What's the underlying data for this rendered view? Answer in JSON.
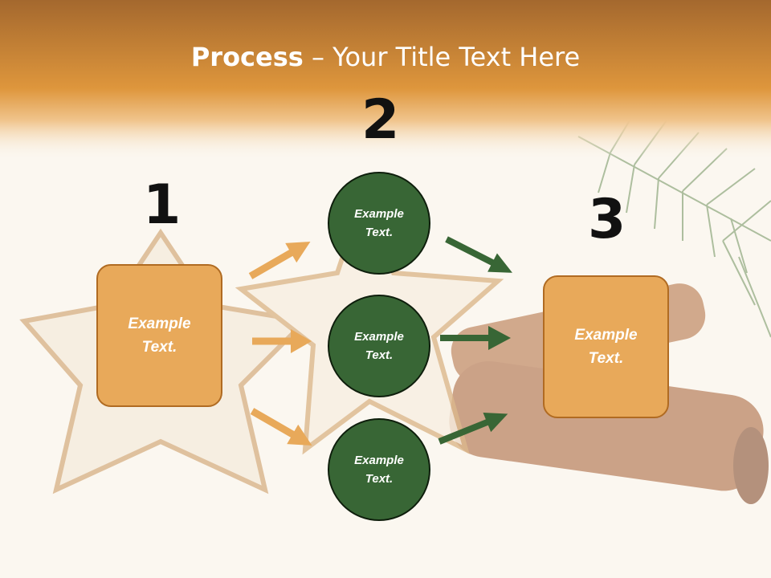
{
  "title": {
    "bold": "Process",
    "rest": " – Your Title Text Here"
  },
  "steps": {
    "one": "1",
    "two": "2",
    "three": "3"
  },
  "box_left": "Example Text.",
  "box_right": "Example Text.",
  "circles": [
    "Example Text.",
    "Example Text.",
    "Example Text."
  ],
  "colors": {
    "orange": "#e8a95a",
    "green": "#386635",
    "header": "#e39a3c"
  }
}
